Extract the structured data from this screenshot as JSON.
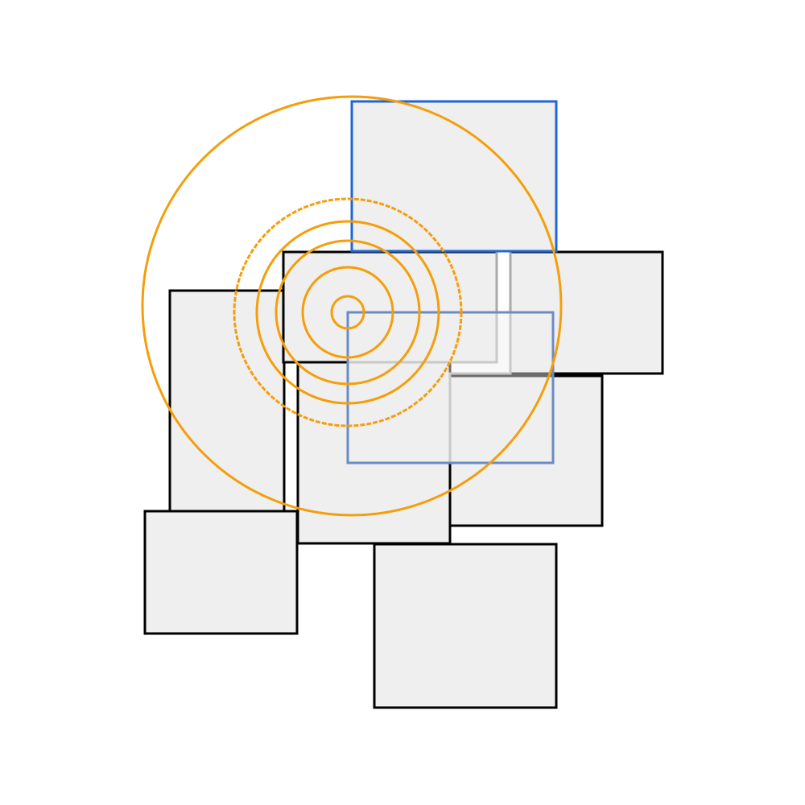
{
  "colors": {
    "background": "#ffffff",
    "box_fill": "#efefef",
    "box_stroke": "#000000",
    "ring_stroke": "#f59e0b",
    "highlight_stroke": "#1f66d6",
    "overlay_stroke": "#6a8bc4",
    "ghost_stroke": "#aaaaaa"
  },
  "diagram": {
    "description_visible_text": "",
    "box_count": 8,
    "ring_count": 6,
    "highlighted_box_count": 2
  }
}
